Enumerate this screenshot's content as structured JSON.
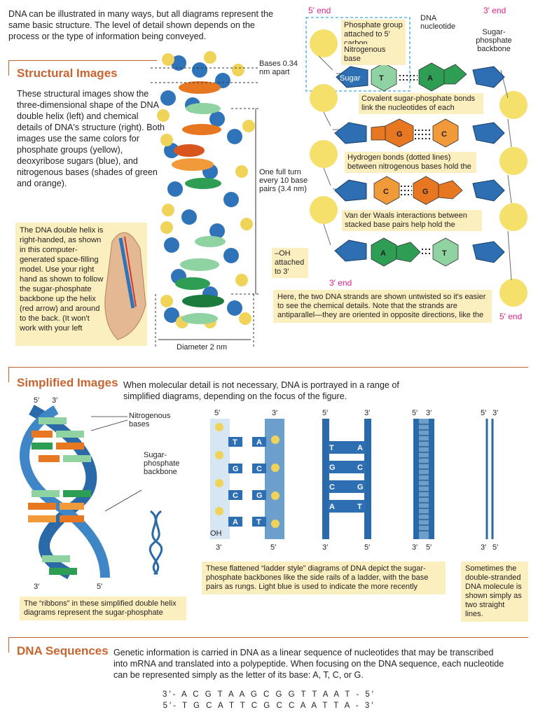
{
  "intro": "DNA can be illustrated in many ways, but all diagrams represent the same basic structure. The level of detail shown depends on the process or the type of information being conveyed.",
  "structural": {
    "title": "Structural Images",
    "body": "These structural images show the three-dimensional shape of the DNA double helix (left) and chemical details of DNA's structure (right). Both images use the same colors for phosphate groups (yellow), deoxyribose sugars (blue), and nitrogenous bases (shades of green and orange).",
    "hand_note": "The DNA double helix is right-handed, as shown in this computer-generated space-filling model. Use your right hand as shown to follow the sugar-phosphate backbone up the helix (red arrow) and around to the back. (It won't work with your left",
    "bases_apart": "Bases 0.34 nm apart",
    "one_turn": "One full turn every 10 base pairs (3.4 nm)",
    "diameter": "Diameter 2 nm"
  },
  "chem": {
    "five_end": "5′ end",
    "three_end": "3′ end",
    "dna_nucleotide": "DNA nucleotide",
    "sugar_phosphate_backbone": "Sugar-phosphate backbone",
    "phosphate_label": "Phosphate group attached to 5′ carbon",
    "nitrogenous_base_label": "Nitrogenous base",
    "sugar": "Sugar",
    "covalent": "Covalent sugar-phosphate bonds link the nucleotides of each",
    "hydrogen": "Hydrogen bonds (dotted lines) between nitrogenous bases hold the",
    "vdw": "Van der Waals interactions between stacked base pairs help hold the",
    "oh_attached": "–OH attached to 3′",
    "untwisted_note": "Here, the two DNA strands are shown untwisted so it's easier to see the chemical details. Note that the strands are antiparallel—they are oriented in opposite directions, like the",
    "rows": [
      {
        "left": "T",
        "right": "A"
      },
      {
        "left": "G",
        "right": "C"
      },
      {
        "left": "C",
        "right": "G"
      },
      {
        "left": "A",
        "right": "T"
      }
    ]
  },
  "simplified": {
    "title": "Simplified Images",
    "body": "When molecular detail is not necessary, DNA is portrayed in a range of simplified diagrams, depending on the focus of the figure.",
    "nitrogenous_bases": "Nitrogenous bases",
    "sugar_phosphate_backbone": "Sugar-phosphate backbone",
    "ribbon_note": "The “ribbons” in these simplified double helix diagrams represent the sugar-phosphate",
    "ladder_note": "These flattened “ladder style” diagrams of DNA depict the sugar-phosphate backbones like the side rails of a ladder, with the base pairs as rungs. Light blue is used to indicate the more recently",
    "lines_note": "Sometimes the double-stranded DNA molecule is shown simply as two straight lines.",
    "ladder_pairs": [
      {
        "left": "T",
        "right": "A"
      },
      {
        "left": "G",
        "right": "C"
      },
      {
        "left": "C",
        "right": "G"
      },
      {
        "left": "A",
        "right": "T"
      }
    ],
    "oh": "OH",
    "p5": "5′",
    "p3": "3′"
  },
  "sequences": {
    "title": "DNA Sequences",
    "body": "Genetic information is carried in DNA as a linear sequence of nucleotides that may be transcribed into mRNA and translated into a polypeptide. When focusing on the DNA sequence, each nucleotide can be represented simply as the letter of its base: A, T, C, or G.",
    "seq_top": "3′- A C G T A A G C G G T T A A T - 5′",
    "seq_bottom": "5′- T G C A T T C G C C A A T T A - 3′"
  },
  "colors": {
    "accent": "#c8642f",
    "phosphate": "#f3d64e",
    "sugar": "#2e6fb3",
    "base_green": "#2f9e55",
    "base_light_green": "#8fd3a3",
    "base_orange": "#e87722",
    "callout": "#fcefbf",
    "light_blue": "#c9def0"
  }
}
